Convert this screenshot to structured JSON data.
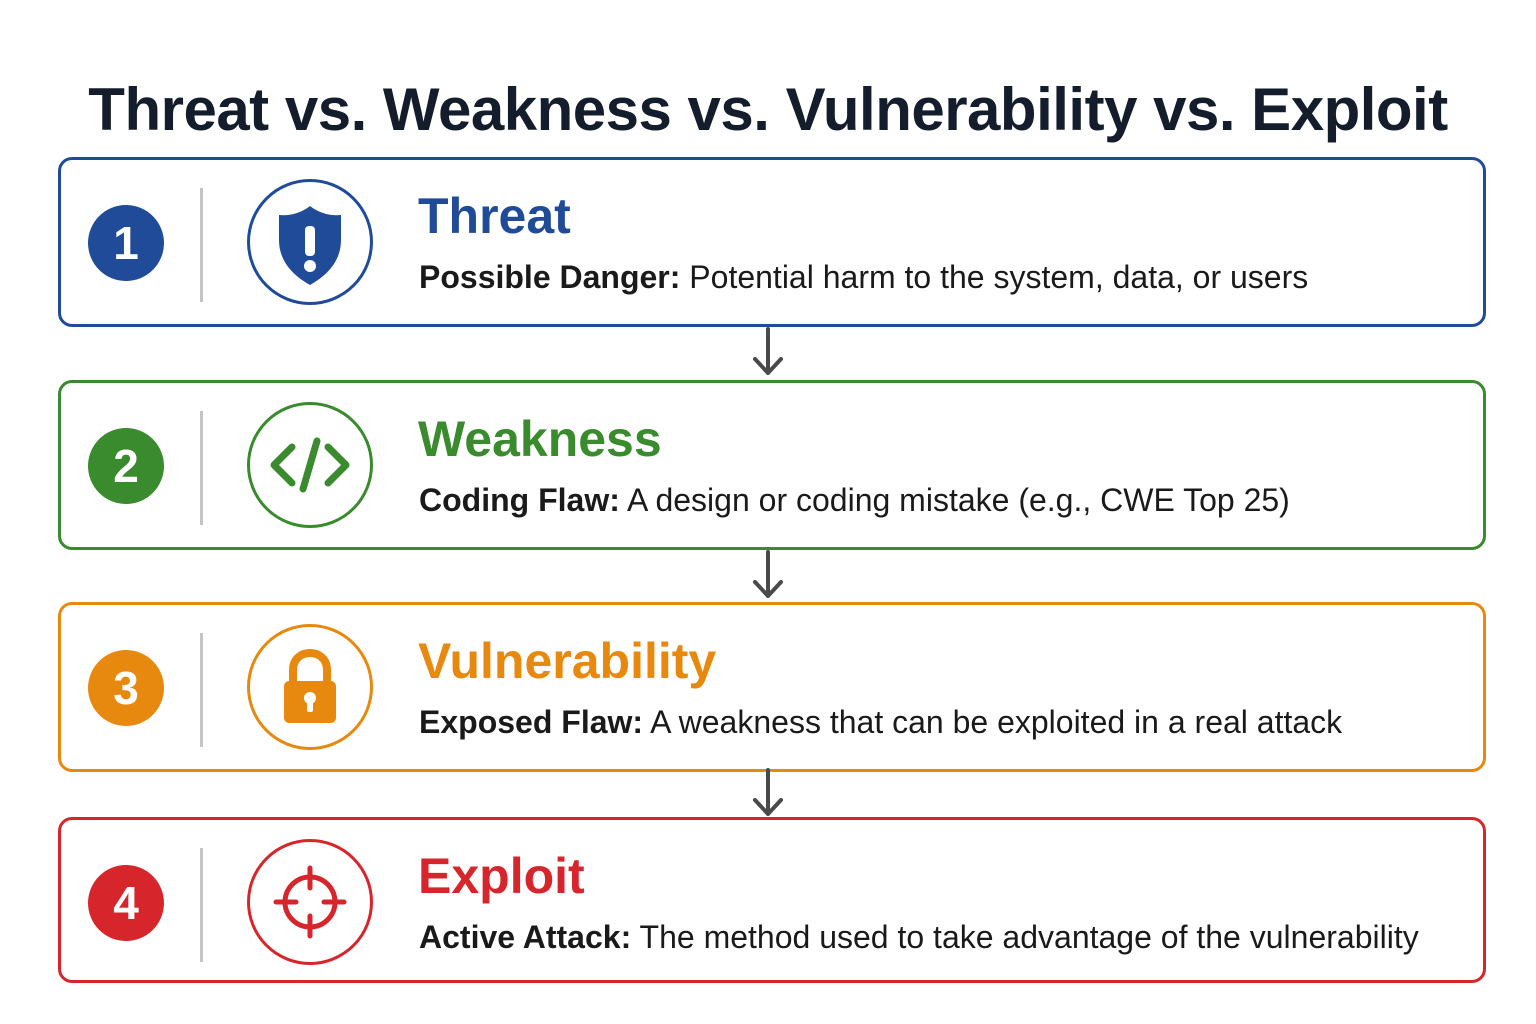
{
  "title": "Threat vs. Weakness vs. Vulnerability vs. Exploit",
  "steps": [
    {
      "number": "1",
      "title": "Threat",
      "label": "Possible Danger:",
      "description": "Potential harm to the system, data, or users",
      "icon": "shield-alert-icon",
      "color": "#1f4b99"
    },
    {
      "number": "2",
      "title": "Weakness",
      "label": "Coding Flaw:",
      "description": "A design or coding mistake (e.g., CWE Top 25)",
      "icon": "code-icon",
      "color": "#3a8a2e"
    },
    {
      "number": "3",
      "title": "Vulnerability",
      "label": "Exposed Flaw:",
      "description": "A weakness that can be exploited in a real attack",
      "icon": "padlock-icon",
      "color": "#e8890f"
    },
    {
      "number": "4",
      "title": "Exploit",
      "label": "Active Attack:",
      "description": "The method used to take advantage of the vulnerability",
      "icon": "crosshair-target-icon",
      "color": "#d7262b"
    }
  ],
  "arrow_color": "#4a4a4a"
}
